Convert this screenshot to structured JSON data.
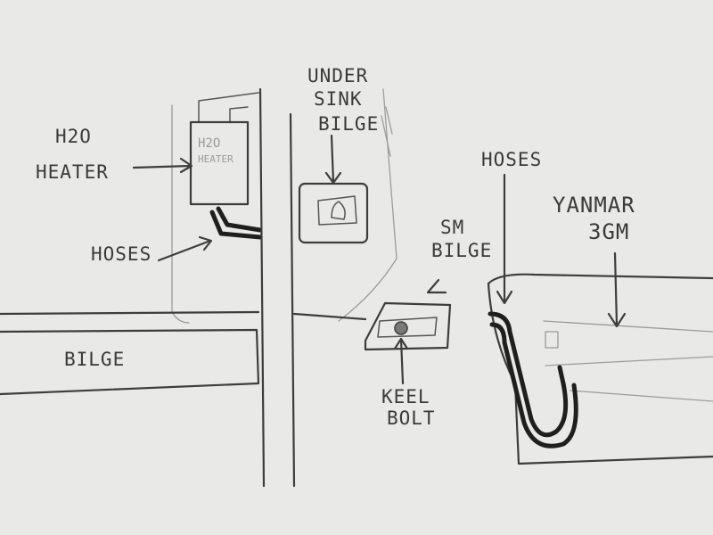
{
  "labels": {
    "h2o_heater_line1": "H2O",
    "h2o_heater_line2": "HEATER",
    "heater_box_text_line1": "H2O",
    "heater_box_text_line2": "HEATER",
    "hoses_left": "HOSES",
    "under_sink_line1": "UNDER",
    "under_sink_line2": "SINK",
    "under_sink_line3": "BILGE",
    "sm_bilge_line1": "SM",
    "sm_bilge_line2": "BILGE",
    "keel_bolt_line1": "KEEL",
    "keel_bolt_line2": "BOLT",
    "bilge": "BILGE",
    "hoses_right": "HOSES",
    "yanmar_line1": "YANMAR",
    "yanmar_line2": "3GM"
  },
  "colors": {
    "paper": "#e9e9e7",
    "ink": "#3d3d3d",
    "heavy_ink": "#1f1f1f",
    "faint_ink": "#9c9c9c"
  }
}
